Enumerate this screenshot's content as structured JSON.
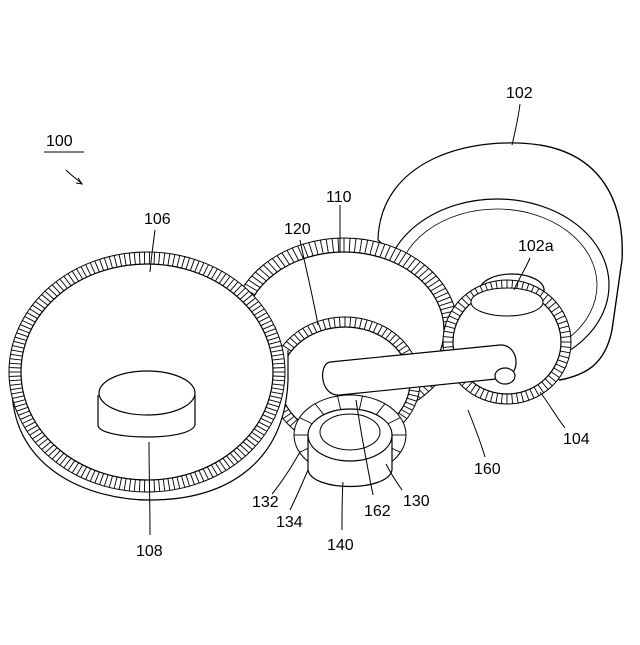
{
  "diagram": {
    "labels": {
      "l100": "100",
      "l102": "102",
      "l102a": "102a",
      "l104": "104",
      "l106": "106",
      "l108": "108",
      "l110": "110",
      "l120": "120",
      "l130": "130",
      "l132": "132",
      "l134": "134",
      "l140": "140",
      "l160": "160",
      "l162": "162"
    },
    "colors": {
      "line": "#000000",
      "background": "#ffffff"
    }
  }
}
